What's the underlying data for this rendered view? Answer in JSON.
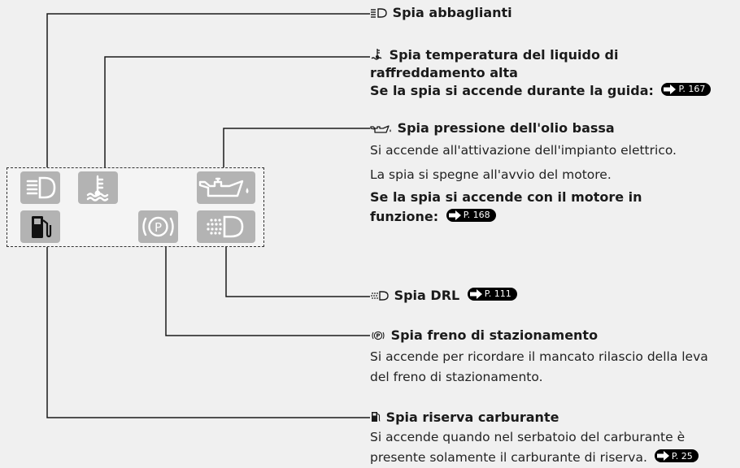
{
  "panel_icons": [
    {
      "name": "high-beam-icon"
    },
    {
      "name": "coolant-temperature-icon"
    },
    {
      "name": "oil-pressure-icon"
    },
    {
      "name": "fuel-reserve-icon"
    },
    {
      "name": "parking-brake-icon"
    },
    {
      "name": "drl-icon"
    }
  ],
  "labels": {
    "high_beam": {
      "title": "Spia abbaglianti"
    },
    "coolant": {
      "title_line1": "Spia temperatura del liquido di",
      "title_line2": "raffreddamento alta",
      "note": "Se la spia si accende durante la guida:",
      "ref": "P. 167"
    },
    "oil": {
      "title": "Spia pressione dell'olio bassa",
      "desc1": "Si accende all'attivazione dell'impianto elettrico.",
      "desc2": "La spia si spegne all'avvio del motore.",
      "note_line1": "Se la spia si accende con il motore in",
      "note_line2": "funzione:",
      "ref": "P. 168"
    },
    "drl": {
      "title": "Spia DRL",
      "ref": "P. 111"
    },
    "parking_brake": {
      "title": "Spia freno di stazionamento",
      "desc1": "Si accende per ricordare il mancato rilascio della leva",
      "desc2": "del freno di stazionamento."
    },
    "fuel": {
      "title": "Spia riserva carburante",
      "desc1": "Si accende quando nel serbatoio del carburante è",
      "desc2": "presente solamente il carburante di riserva.",
      "ref": "P. 25"
    }
  }
}
